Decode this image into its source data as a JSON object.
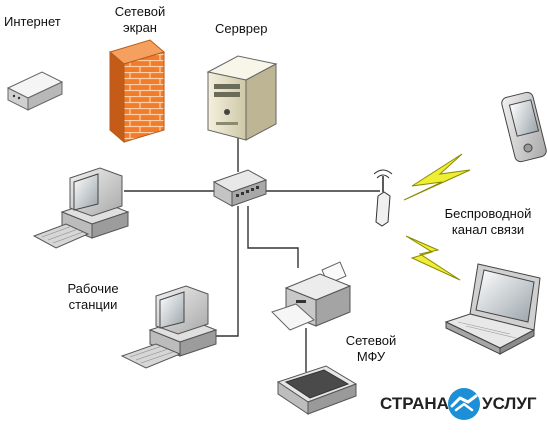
{
  "labels": {
    "internet": "Интернет",
    "firewall_line1": "Сетевой",
    "firewall_line2": "экран",
    "server": "Серврер",
    "workstations_line1": "Рабочие",
    "workstations_line2": "станции",
    "wireless_line1": "Беспроводной",
    "wireless_line2": "канал связи",
    "mfu_line1": "Сетевой",
    "mfu_line2": "МФУ"
  },
  "watermark": {
    "left": "СТРАНА",
    "right": "УСЛУГ"
  },
  "colors": {
    "firewall": "#f07c2c",
    "lightning": "#e8e830",
    "cable": "#333333",
    "logo_blue": "#1c8fd6"
  }
}
